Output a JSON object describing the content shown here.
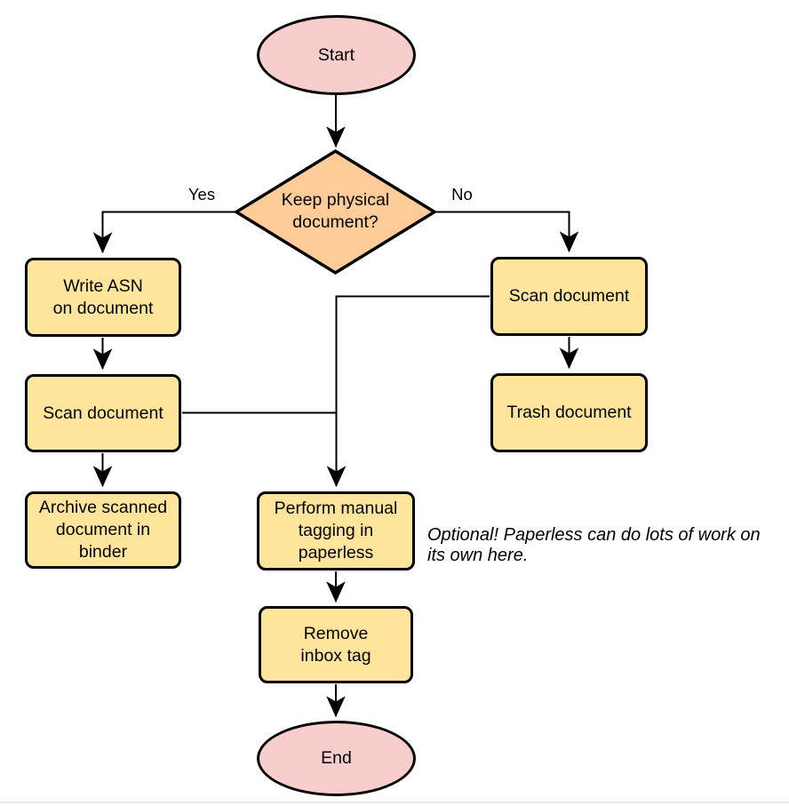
{
  "diagram": {
    "type": "flowchart",
    "background": "#ffffff",
    "nodes": [
      {
        "id": "start",
        "shape": "ellipse",
        "label": "Start"
      },
      {
        "id": "decision",
        "shape": "diamond",
        "label": "Keep physical\ndocument?"
      },
      {
        "id": "write_asn",
        "shape": "rounded-rect",
        "label": "Write ASN\non document"
      },
      {
        "id": "scan_left",
        "shape": "rounded-rect",
        "label": "Scan document"
      },
      {
        "id": "archive",
        "shape": "rounded-rect",
        "label": "Archive scanned\ndocument in\nbinder"
      },
      {
        "id": "scan_right",
        "shape": "rounded-rect",
        "label": "Scan document"
      },
      {
        "id": "trash",
        "shape": "rounded-rect",
        "label": "Trash document"
      },
      {
        "id": "tagging",
        "shape": "rounded-rect",
        "label": "Perform manual\ntagging in\npaperless"
      },
      {
        "id": "remove_inbox",
        "shape": "rounded-rect",
        "label": "Remove\ninbox tag"
      },
      {
        "id": "end",
        "shape": "ellipse",
        "label": "End"
      }
    ],
    "edges": [
      {
        "from": "start",
        "to": "decision",
        "label": ""
      },
      {
        "from": "decision",
        "to": "write_asn",
        "label": "Yes"
      },
      {
        "from": "decision",
        "to": "scan_right",
        "label": "No"
      },
      {
        "from": "write_asn",
        "to": "scan_left",
        "label": ""
      },
      {
        "from": "scan_left",
        "to": "archive",
        "label": ""
      },
      {
        "from": "scan_left",
        "to": "tagging",
        "label": ""
      },
      {
        "from": "scan_right",
        "to": "trash",
        "label": ""
      },
      {
        "from": "scan_right",
        "to": "tagging",
        "label": ""
      },
      {
        "from": "tagging",
        "to": "remove_inbox",
        "label": ""
      },
      {
        "from": "remove_inbox",
        "to": "end",
        "label": ""
      }
    ],
    "annotation": "Optional! Paperless can do lots of work on\nits own here.",
    "colors": {
      "terminal_fill": "#F8CECC",
      "decision_fill": "#FFCC99",
      "process_fill": "#FFE59B",
      "stroke": "#000000"
    }
  }
}
